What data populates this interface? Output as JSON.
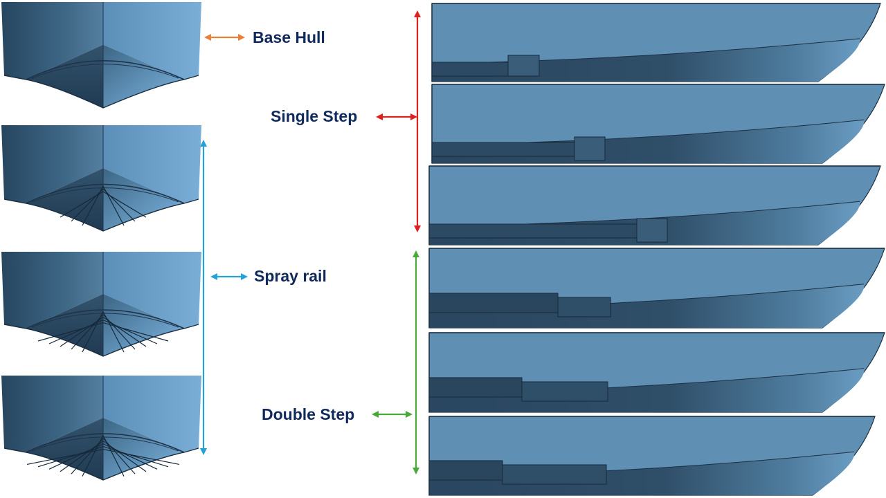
{
  "labels": {
    "base_hull": "Base Hull",
    "single_step": "Single Step",
    "spray_rail": "Spray rail",
    "double_step": "Double Step"
  },
  "colors": {
    "base_hull_arrow": "#e8803a",
    "single_step_arrow": "#e0201e",
    "spray_rail_arrow": "#25a0d8",
    "double_step_arrow": "#4aa83a",
    "label_text": "#102a5c",
    "hull_side": "#5f8fb2",
    "hull_bottom": "#2e4a62"
  }
}
